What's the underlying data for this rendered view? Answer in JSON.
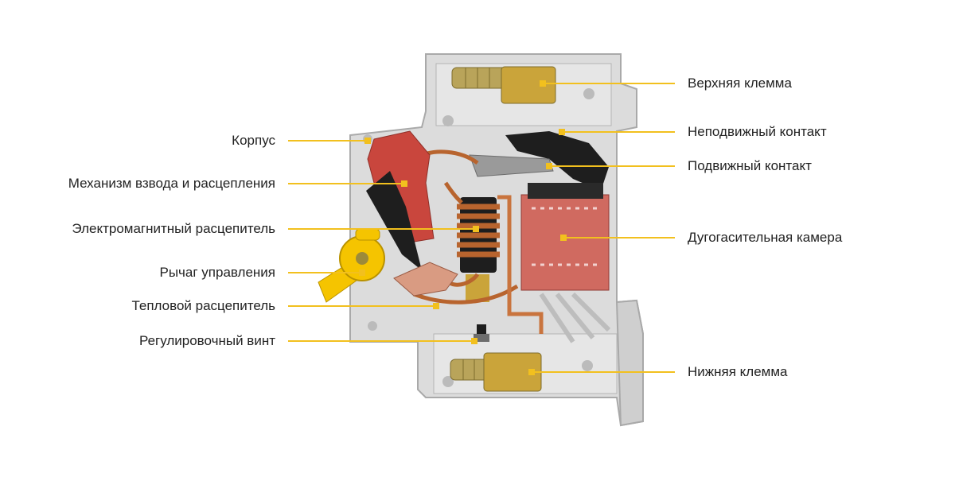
{
  "colors": {
    "leader": "#f2c01e",
    "housing": "#d9d9d9",
    "housing_dark": "#a9a9a9",
    "red_part": "#c9463d",
    "arc_chamber": "#d06a60",
    "copper": "#b8642e",
    "brass": "#c9a227",
    "yellow_lever": "#f5c400",
    "black_part": "#1e1e1e"
  },
  "labels_left": [
    {
      "id": "housing",
      "text": "Корпус"
    },
    {
      "id": "mechanism",
      "text": "Механизм взвода и расцепления"
    },
    {
      "id": "magnetic-release",
      "text": "Электромагнитный расцепитель"
    },
    {
      "id": "control-lever",
      "text": "Рычаг управления"
    },
    {
      "id": "thermal-release",
      "text": "Тепловой расцепитель"
    },
    {
      "id": "adjust-screw",
      "text": "Регулировочный винт"
    }
  ],
  "labels_right": [
    {
      "id": "upper-terminal",
      "text": "Верхняя клемма"
    },
    {
      "id": "fixed-contact",
      "text": "Неподвижный контакт"
    },
    {
      "id": "moving-contact",
      "text": "Подвижный контакт"
    },
    {
      "id": "arc-chamber",
      "text": "Дугогасительная камера"
    },
    {
      "id": "lower-terminal",
      "text": "Нижняя клемма"
    }
  ]
}
